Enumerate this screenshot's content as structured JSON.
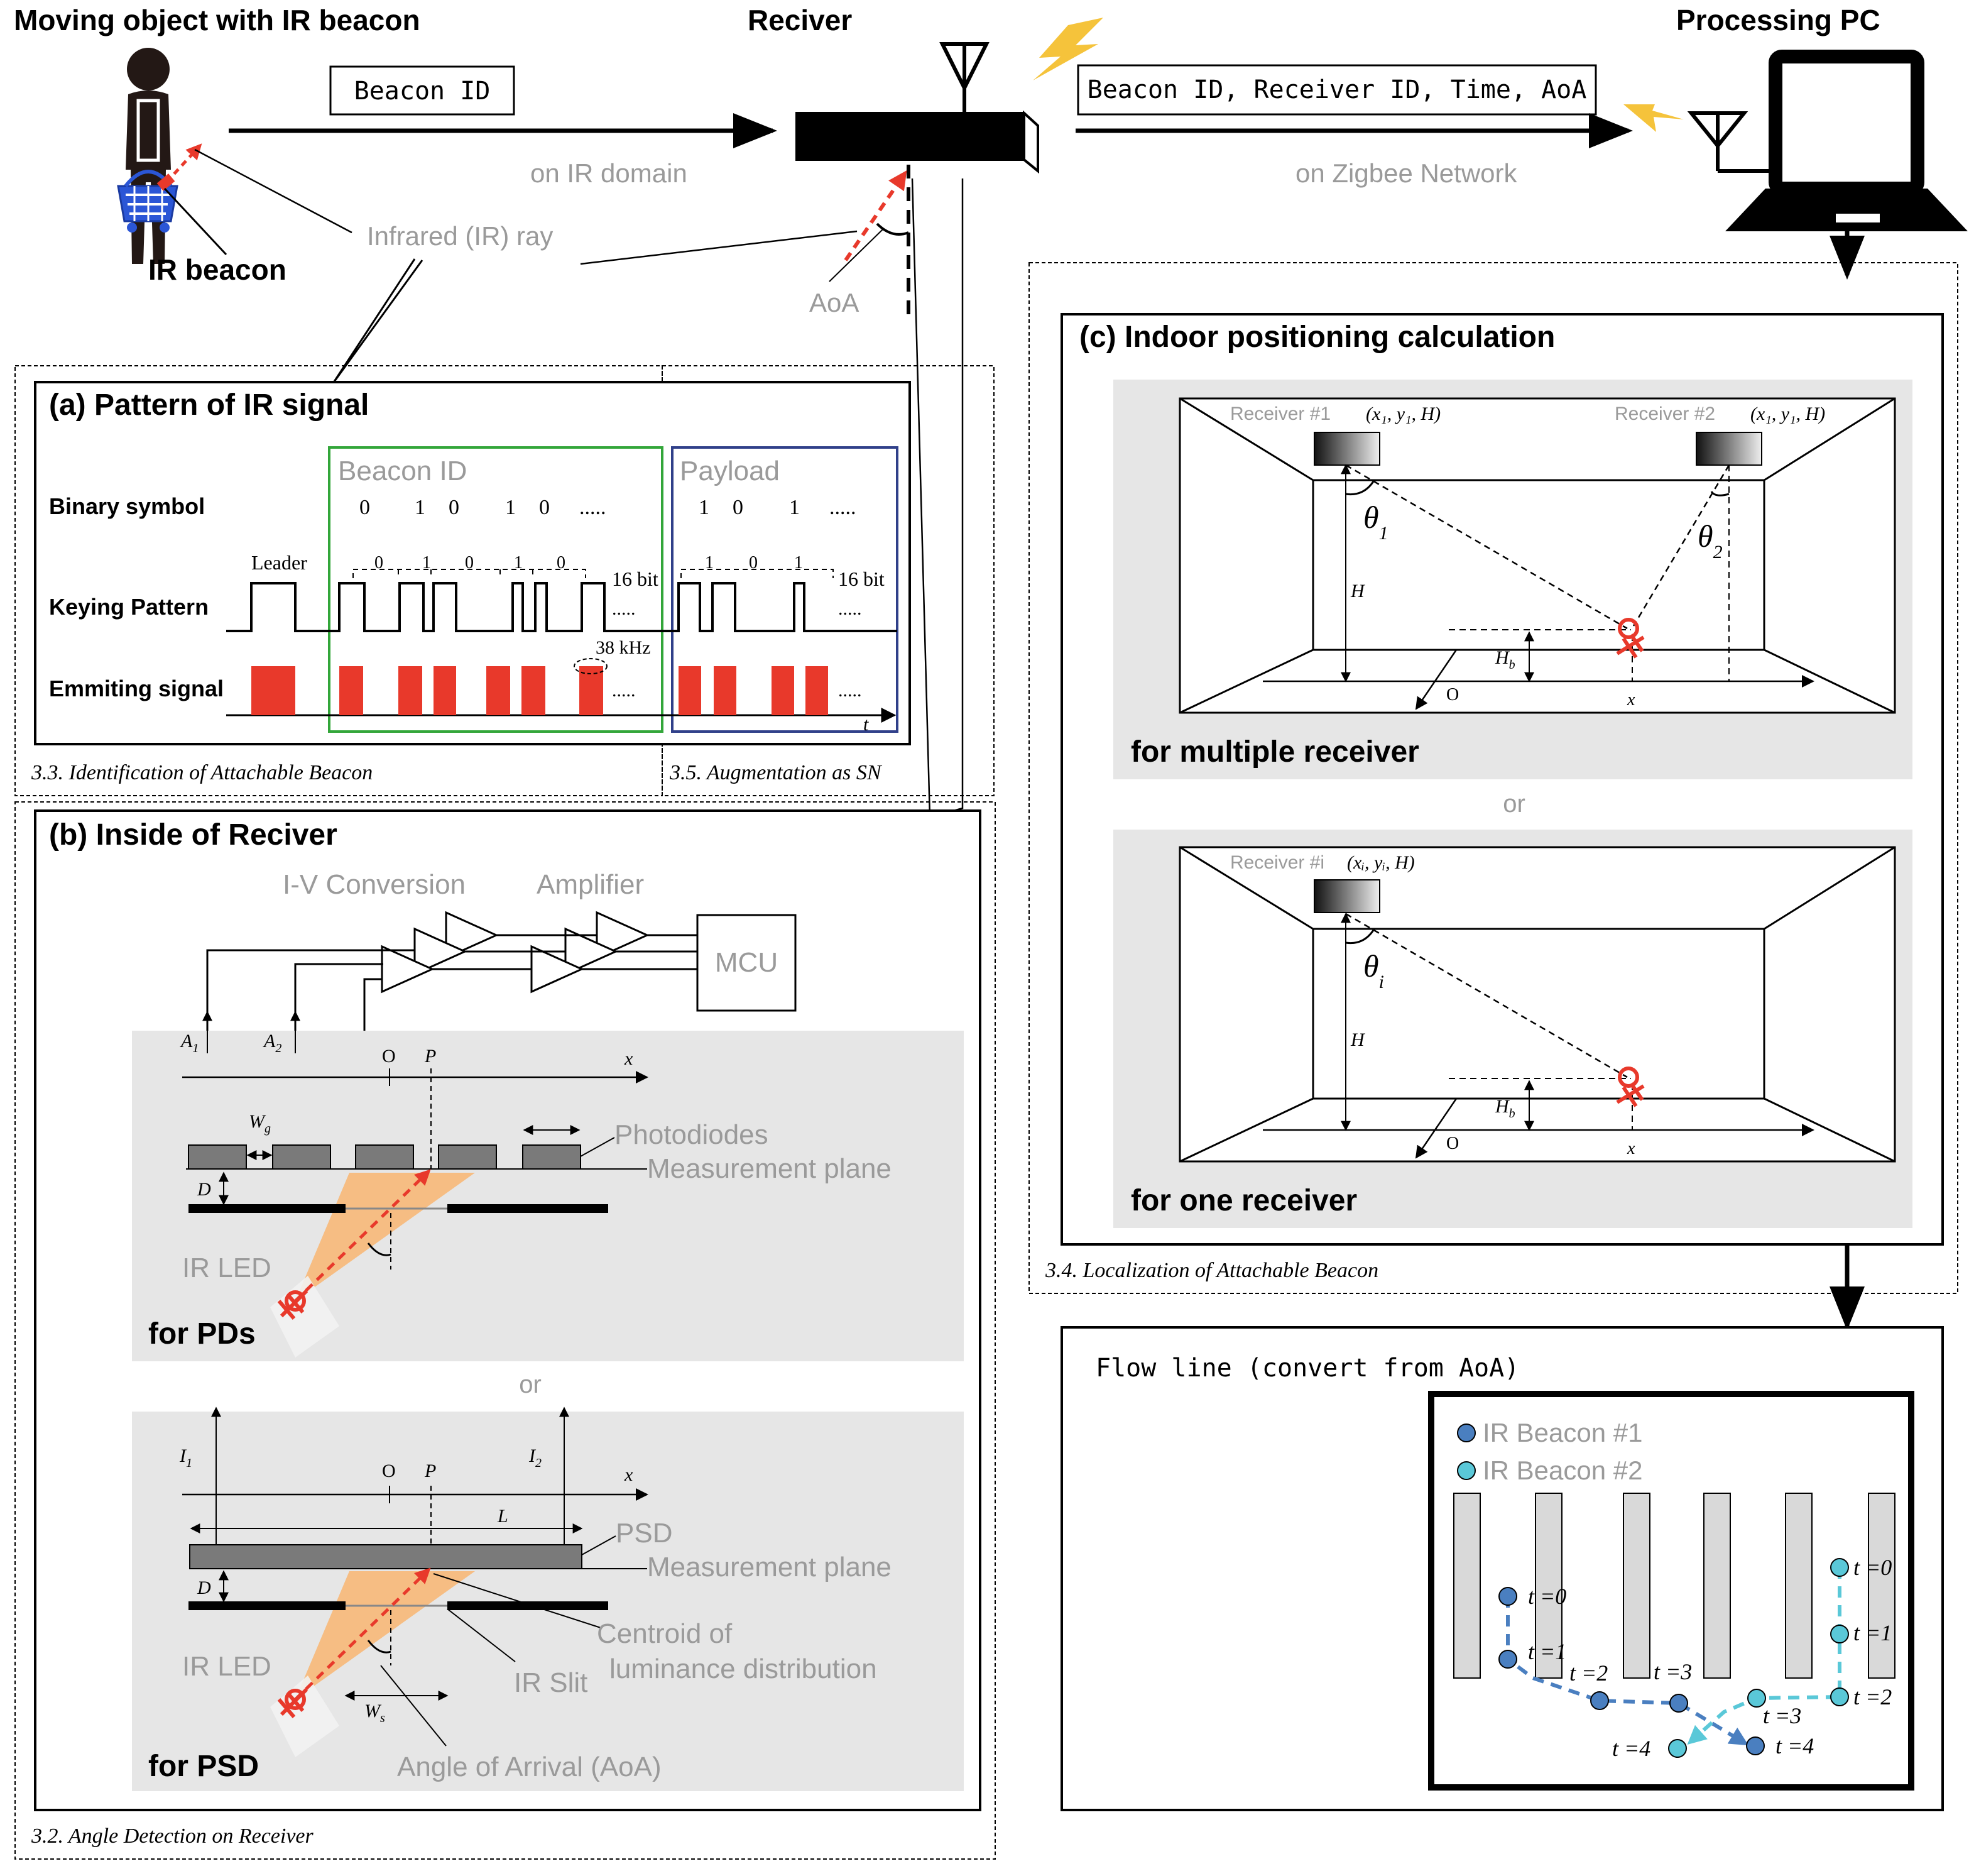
{
  "top": {
    "moving_object": "Moving object with IR beacon",
    "receiver": "Reciver",
    "processing_pc": "Processing PC",
    "beacon_id_box": "Beacon ID",
    "on_ir_domain": "on IR domain",
    "message_box": "Beacon ID, Receiver ID, Time, AoA",
    "on_zigbee": "on Zigbee Network",
    "ir_ray": "Infrared (IR) ray",
    "aoa": "AoA",
    "ir_beacon": "IR beacon"
  },
  "panel_a": {
    "title": "(a) Pattern of IR signal",
    "row_binary": "Binary symbol",
    "row_keying": "Keying Pattern",
    "row_emitting": "Emmiting signal",
    "beacon_id": "Beacon ID",
    "payload": "Payload",
    "leader": "Leader",
    "bits_beacon": [
      "0",
      "1",
      "0",
      "1",
      "0",
      "....."
    ],
    "bits_payload": [
      "1",
      "0",
      "1",
      "....."
    ],
    "dash_beacon": [
      "0",
      "1",
      "0",
      "1",
      "0"
    ],
    "dash_payload": [
      "1",
      "0",
      "1"
    ],
    "bits16_a": "16 bit",
    "bits16_b": "16 bit",
    "dots": ".....",
    "freq": "38 kHz",
    "t": "t",
    "section_33": "3.3. Identification of Attachable Beacon",
    "section_35": "3.5. Augmentation as SN"
  },
  "panel_b": {
    "title": "(b) Inside of Reciver",
    "iv": "I-V Conversion",
    "amp": "Amplifier",
    "mcu": "MCU",
    "a1": "A",
    "a1_sub": "1",
    "a2": "A",
    "a2_sub": "2",
    "o": "O",
    "p": "P",
    "x": "x",
    "wg": "W",
    "wg_sub": "g",
    "d": "D",
    "photodiodes": "Photodiodes",
    "meas_plane": "Measurement plane",
    "ir_led": "IR LED",
    "for_pds": "for PDs",
    "or": "or",
    "i1": "I",
    "i1_sub": "1",
    "i2": "I",
    "i2_sub": "2",
    "l": "L",
    "psd": "PSD",
    "centroid_1": "Centroid of",
    "centroid_2": "luminance distribution",
    "ir_slit": "IR Slit",
    "ws": "W",
    "ws_sub": "s",
    "for_psd": "for PSD",
    "aoa_label": "Angle of Arrival (AoA)",
    "section_32": "3.2. Angle Detection on Receiver"
  },
  "panel_c": {
    "title": "(c) Indoor positioning calculation",
    "rx1": "Receiver #1",
    "rx1_coord": "(x₁, y₁, H)",
    "rx2": "Receiver #2",
    "rx2_coord": "(x₁, y₁, H)",
    "theta1": "θ",
    "theta1_sub": "1",
    "theta2": "θ",
    "theta2_sub": "2",
    "h": "H",
    "hb": "H",
    "hb_sub": "b",
    "o": "O",
    "x": "x",
    "for_multi": "for multiple receiver",
    "or": "or",
    "rxi": "Receiver #i",
    "rxi_coord": "(xᵢ, yᵢ, H)",
    "thetai": "θ",
    "thetai_sub": "i",
    "for_one": "for one receiver",
    "section_34": "3.4. Localization of Attachable Beacon"
  },
  "flow": {
    "title": "Flow line (convert from AoA)",
    "legend1": "IR Beacon #1",
    "legend2": "IR Beacon #2",
    "b1_labels": [
      "t =0",
      "t =1",
      "t =2",
      "t =3",
      "t =4"
    ],
    "b2_labels": [
      "t =0",
      "t =1",
      "t =2",
      "t =3",
      "t =4"
    ]
  },
  "colors": {
    "ir_red": "#e8392b",
    "cone_orange": "#f7b878",
    "beacon_green": "#33a63a",
    "payload_blue": "#30408a",
    "gray_text": "#9a9a9a",
    "panel_gray": "#e6e6e6",
    "beacon1": "#4a7fc0",
    "beacon2": "#5ac8d8",
    "bolt": "#f5c33b"
  }
}
